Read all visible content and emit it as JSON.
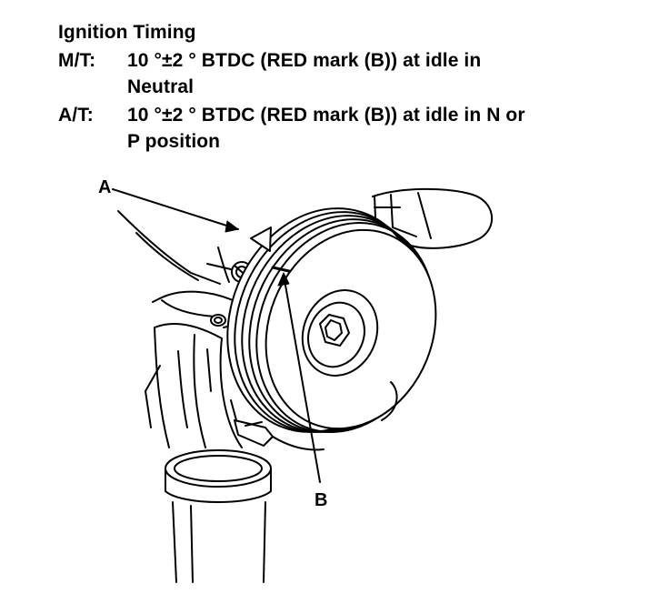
{
  "title": "Ignition Timing",
  "specs": [
    {
      "label": "M/T:",
      "lines": [
        "10 °±2 ° BTDC (RED mark (B)) at idle in",
        "Neutral"
      ]
    },
    {
      "label": "A/T:",
      "lines": [
        "10 °±2 ° BTDC (RED mark (B)) at idle in N or",
        "P position"
      ]
    }
  ],
  "callouts": {
    "a": "A",
    "b": "B"
  },
  "icons": [
    "pointer-triangle-icon",
    "pulley-icon",
    "bolt-icon",
    "oil-filter-icon"
  ],
  "colors": {
    "ink": "#000000",
    "background": "#ffffff"
  }
}
